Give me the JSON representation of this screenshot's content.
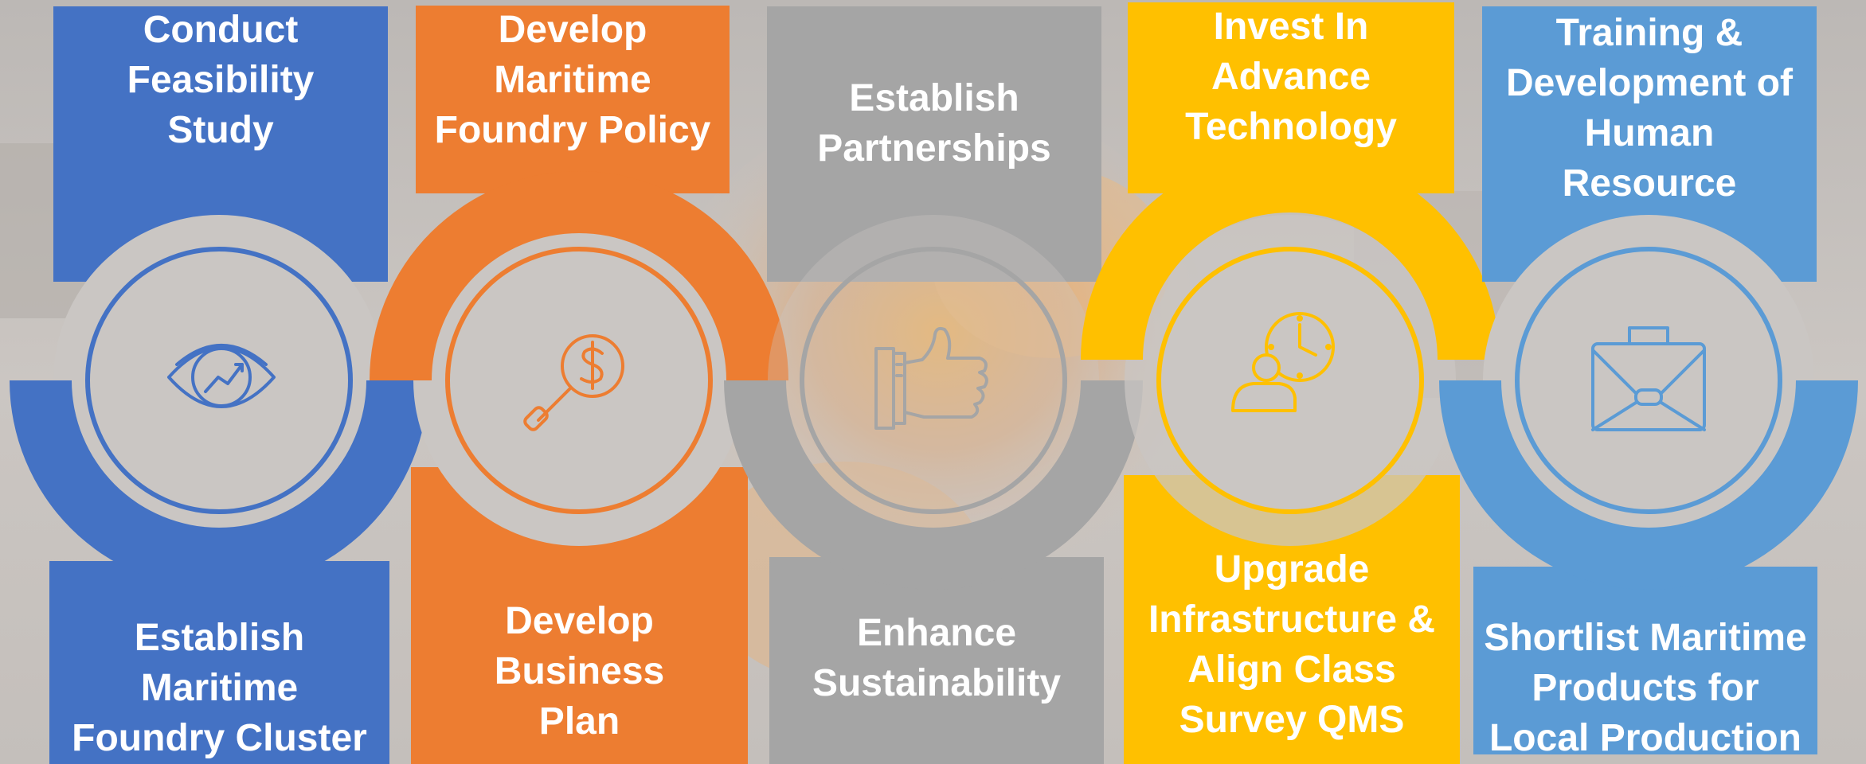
{
  "colors": {
    "blue": "#4472c4",
    "orange": "#ed7d31",
    "gray": "#a5a5a5",
    "gold": "#ffc000",
    "lightblue": "#5b9bd5",
    "text": "#ffffff"
  },
  "steps": [
    {
      "color": "blue",
      "icon": "eye-chart-icon",
      "top_text": "Conduct\nFeasibility\nStudy",
      "bottom_text": "Establish\nMaritime\nFoundry Cluster"
    },
    {
      "color": "orange",
      "icon": "magnifier-dollar-icon",
      "top_text": "Develop\nMaritime\nFoundry Policy",
      "bottom_text": "Develop\nBusiness\nPlan"
    },
    {
      "color": "gray",
      "icon": "thumbs-up-icon",
      "top_text": "Establish\nPartnerships",
      "bottom_text": "Enhance\nSustainability"
    },
    {
      "color": "gold",
      "icon": "person-clock-icon",
      "top_text": "Invest In\nAdvance\nTechnology",
      "bottom_text": "Upgrade\nInfrastructure &\nAlign Class\nSurvey QMS"
    },
    {
      "color": "lightblue",
      "icon": "briefcase-icon",
      "top_text": "Training &\nDevelopment of\nHuman\nResource",
      "bottom_text": "Shortlist Maritime\nProducts for\nLocal  Production"
    }
  ]
}
